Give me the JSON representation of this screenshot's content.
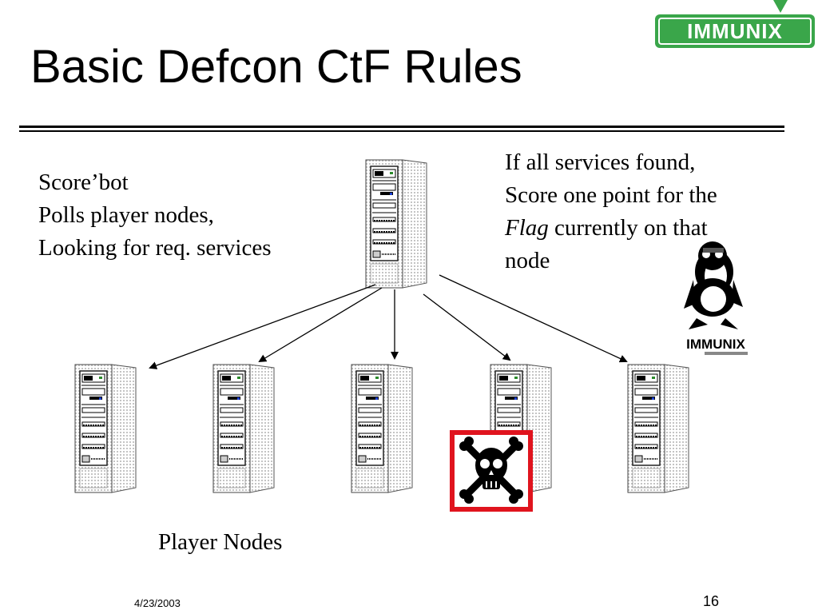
{
  "slide": {
    "title": "Basic Defcon CtF Rules",
    "logo_text": "IMMUNIX",
    "scorebot_lines": [
      "Score’bot",
      "Polls player nodes,",
      "Looking for req. services"
    ],
    "rule_lines": [
      "If all services found,",
      "Score one point for the",
      "Flag",
      " currently on that",
      "node"
    ],
    "caption": "Player Nodes",
    "date": "4/23/2003",
    "page_number": "16",
    "mascot_logo_text": "IMMUNIX",
    "colors": {
      "logo_green": "#3aa64a",
      "flag_border": "#e0141e"
    }
  }
}
